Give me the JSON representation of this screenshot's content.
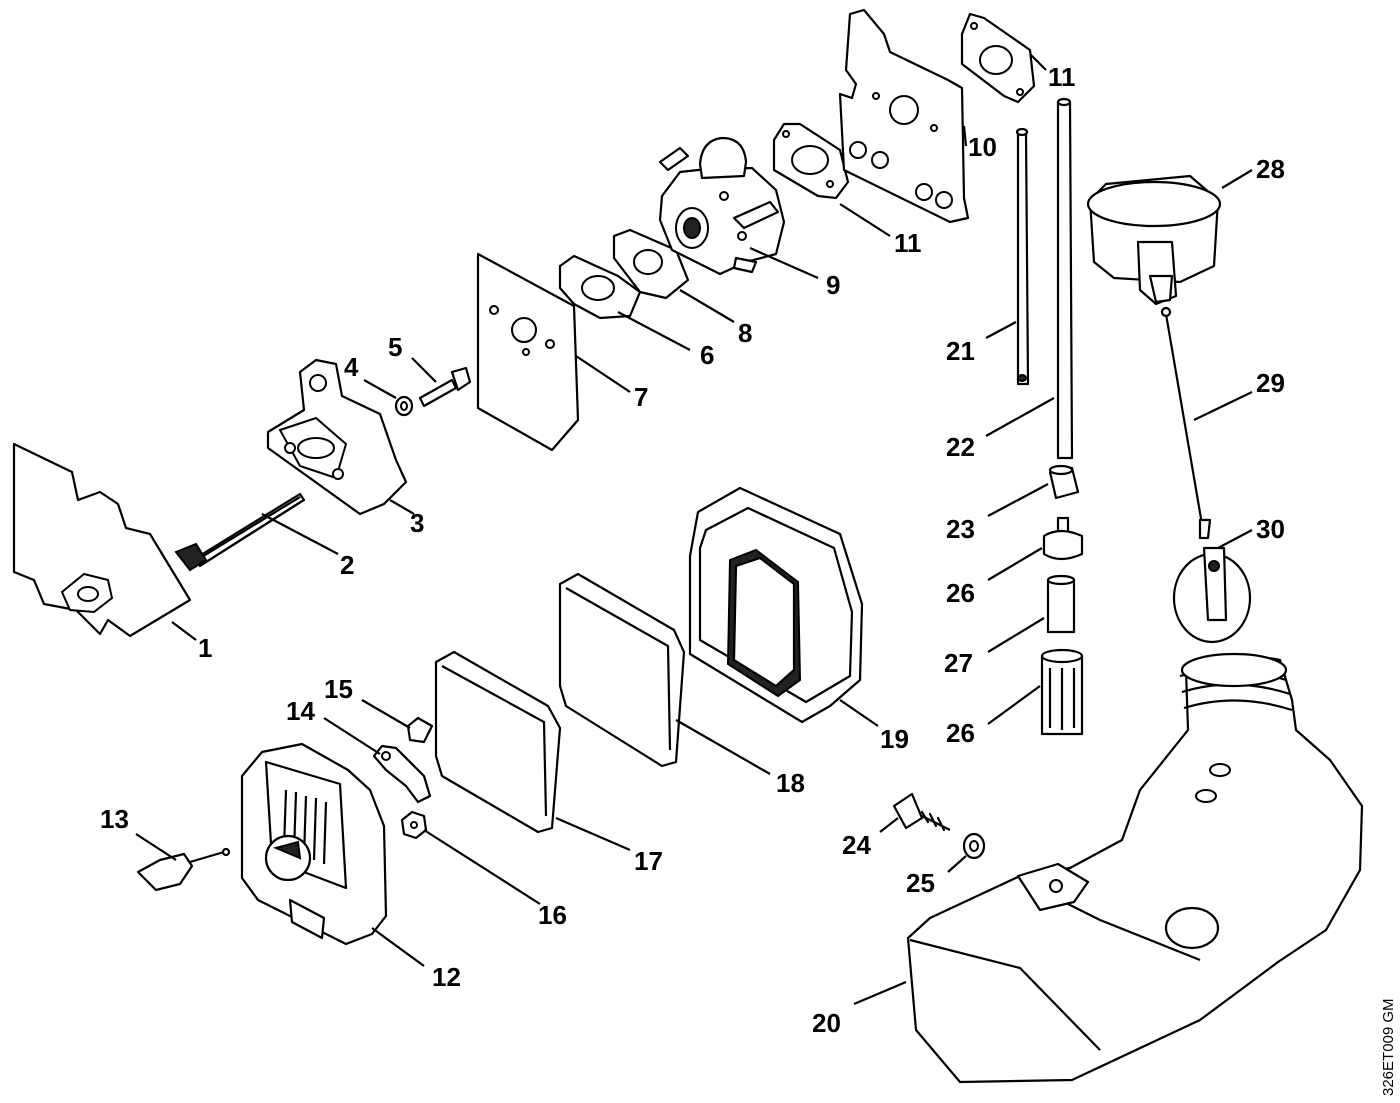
{
  "diagram": {
    "reference_code": "326ET009 GM",
    "callouts": [
      {
        "id": "p1",
        "label": "1"
      },
      {
        "id": "p2",
        "label": "2"
      },
      {
        "id": "p3",
        "label": "3"
      },
      {
        "id": "p4",
        "label": "4"
      },
      {
        "id": "p5",
        "label": "5"
      },
      {
        "id": "p6",
        "label": "6"
      },
      {
        "id": "p7",
        "label": "7"
      },
      {
        "id": "p8",
        "label": "8"
      },
      {
        "id": "p9",
        "label": "9"
      },
      {
        "id": "p10",
        "label": "10"
      },
      {
        "id": "p11a",
        "label": "11"
      },
      {
        "id": "p11b",
        "label": "11"
      },
      {
        "id": "p12",
        "label": "12"
      },
      {
        "id": "p13",
        "label": "13"
      },
      {
        "id": "p14",
        "label": "14"
      },
      {
        "id": "p15",
        "label": "15"
      },
      {
        "id": "p16",
        "label": "16"
      },
      {
        "id": "p17",
        "label": "17"
      },
      {
        "id": "p18",
        "label": "18"
      },
      {
        "id": "p19",
        "label": "19"
      },
      {
        "id": "p20",
        "label": "20"
      },
      {
        "id": "p21",
        "label": "21"
      },
      {
        "id": "p22",
        "label": "22"
      },
      {
        "id": "p23",
        "label": "23"
      },
      {
        "id": "p24",
        "label": "24"
      },
      {
        "id": "p25",
        "label": "25"
      },
      {
        "id": "p26a",
        "label": "26"
      },
      {
        "id": "p26b",
        "label": "26"
      },
      {
        "id": "p27",
        "label": "27"
      },
      {
        "id": "p28",
        "label": "28"
      },
      {
        "id": "p29",
        "label": "29"
      },
      {
        "id": "p30",
        "label": "30"
      }
    ]
  }
}
